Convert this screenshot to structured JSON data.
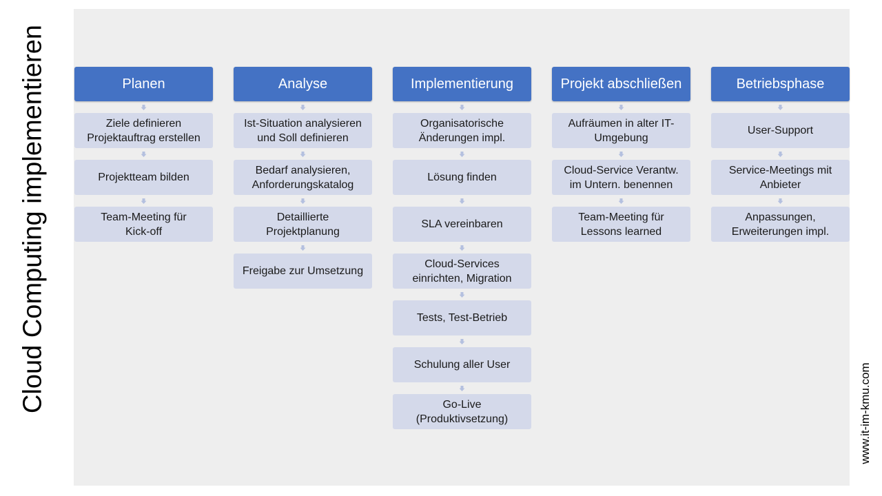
{
  "title": "Cloud Computing implementieren",
  "website": "www.it-im-kmu.com",
  "phases": [
    {
      "name": "Planen",
      "steps": [
        "Ziele definieren\nProjektauftrag erstellen",
        "Projektteam bilden",
        "Team-Meeting für\nKick-off"
      ]
    },
    {
      "name": "Analyse",
      "steps": [
        "Ist-Situation analysieren\nund Soll definieren",
        "Bedarf analysieren,\nAnforderungskatalog",
        "Detaillierte\nProjektplanung",
        "Freigabe zur Umsetzung"
      ]
    },
    {
      "name": "Implementierung",
      "steps": [
        "Organisatorische\nÄnderungen impl.",
        "Lösung finden",
        "SLA vereinbaren",
        "Cloud-Services\neinrichten, Migration",
        "Tests, Test-Betrieb",
        "Schulung aller User",
        "Go-Live\n(Produktivsetzung)"
      ]
    },
    {
      "name": "Projekt abschließen",
      "steps": [
        "Aufräumen in alter IT-\nUmgebung",
        "Cloud-Service Verantw.\nim Untern. benennen",
        "Team-Meeting für\nLessons learned"
      ]
    },
    {
      "name": "Betriebsphase",
      "steps": [
        "User-Support",
        "Service-Meetings mit\nAnbieter",
        "Anpassungen,\nErweiterungen impl."
      ]
    }
  ],
  "colors": {
    "header": "#4472c4",
    "step": "#d4d9ea",
    "connector": "#b4c0df",
    "panel": "#eeeeee"
  }
}
